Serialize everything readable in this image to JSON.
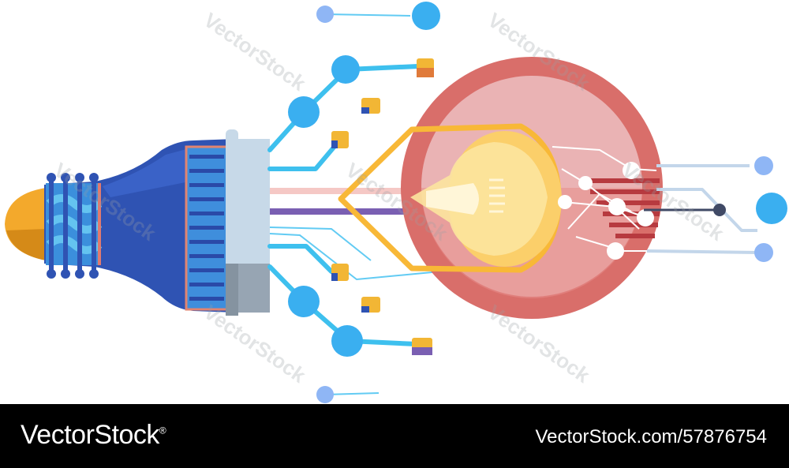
{
  "illustration": {
    "subject": "lightbulb-circuit",
    "colors": {
      "base_tip": "#f3a92c",
      "base_body": "#2f53b3",
      "neck_band": "#43a3e4",
      "collar": "#c7d9e8",
      "wire": "#3ec0ee",
      "node": "#3aaff0",
      "chip": "#f2b635",
      "disc_outer": "#d96e6a",
      "disc_inner": "#eab3b4",
      "glass_outline": "#f8b837",
      "glow": "#fbcf6a"
    }
  },
  "watermark": {
    "text": "VectorStock"
  },
  "footer": {
    "brand": "VectorStock",
    "brand_mark": "®",
    "stock_id": "VectorStock.com/57876754"
  }
}
